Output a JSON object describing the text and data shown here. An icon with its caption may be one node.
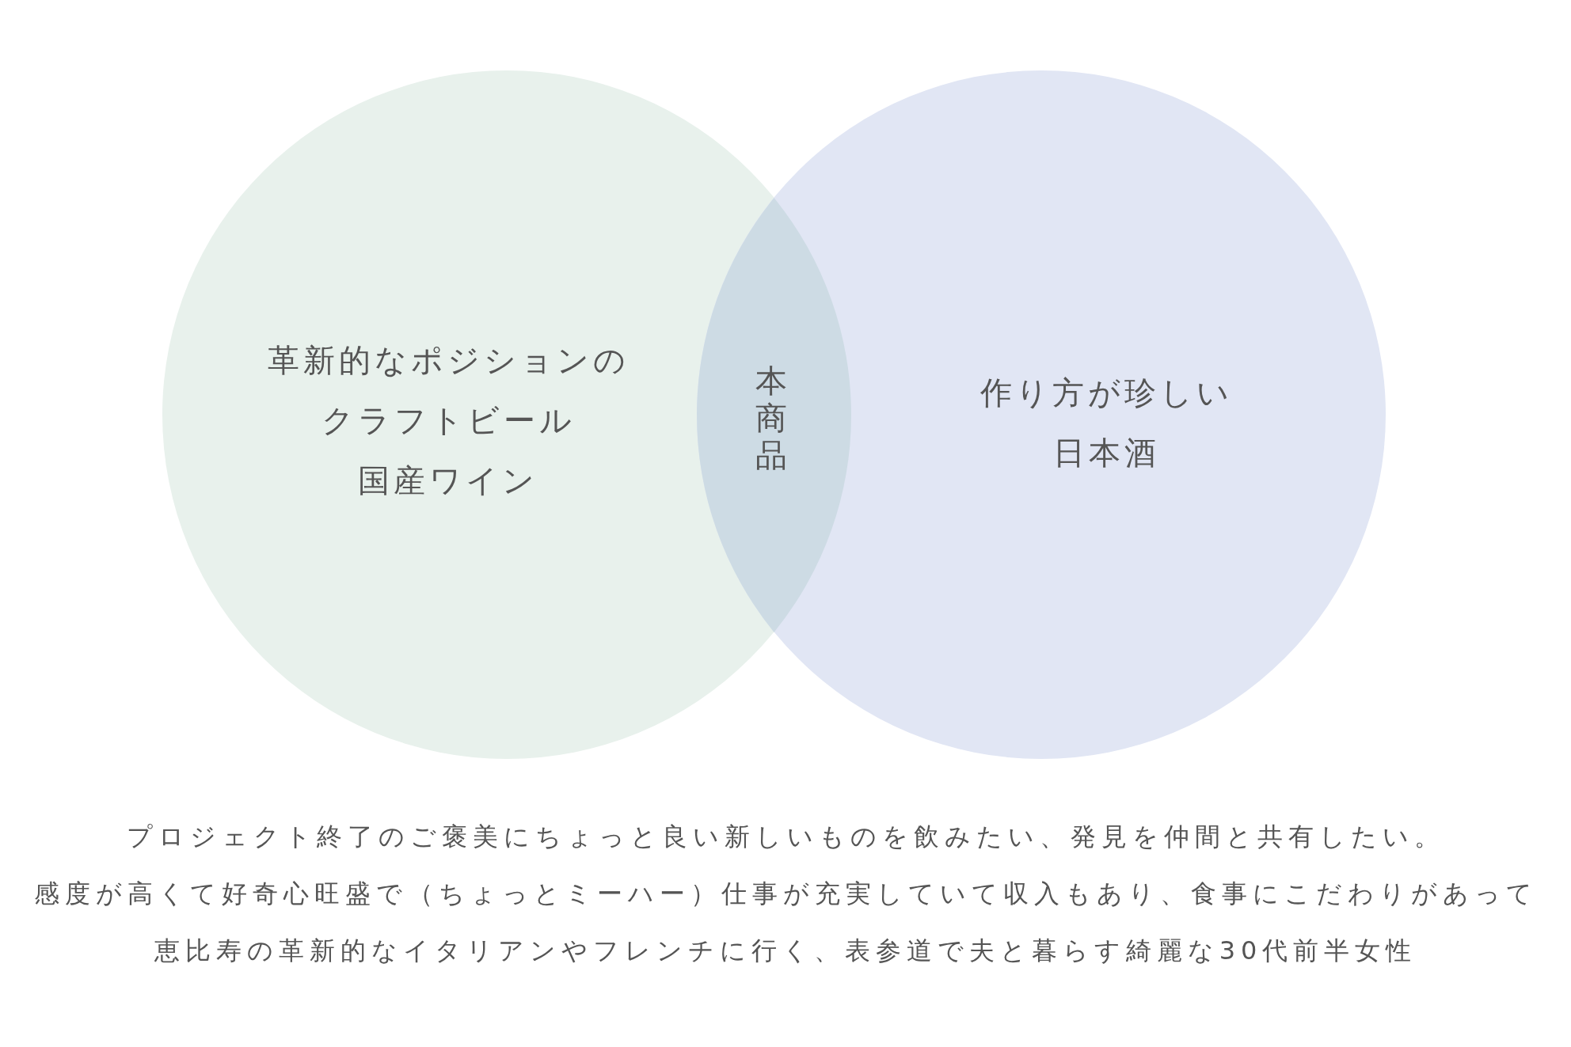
{
  "diagram": {
    "nodes": [
      {
        "text": [
          "革新的なポジションのクラフトビール",
          "国産ワイン"
        ]
      },
      {
        "text": [
          "本商品"
        ]
      },
      {
        "text": [
          "作り方が珍しい日本酒"
        ]
      }
    ],
    "labels": [
      "プロジェクト終了のご褒美にちょっと良い新しいものを飲みたい、発見を仲間と共有したい。",
      "感度が高くて好奇心旺盛で（ちょっとミーハー）仕事が充実していて収入もあり、食事にこだわりがあって恵比寿の革新的なイタリアンやフレンチに行く、表参道で夫と暮らす綺麗な30代前半女性"
    ]
  }
}
